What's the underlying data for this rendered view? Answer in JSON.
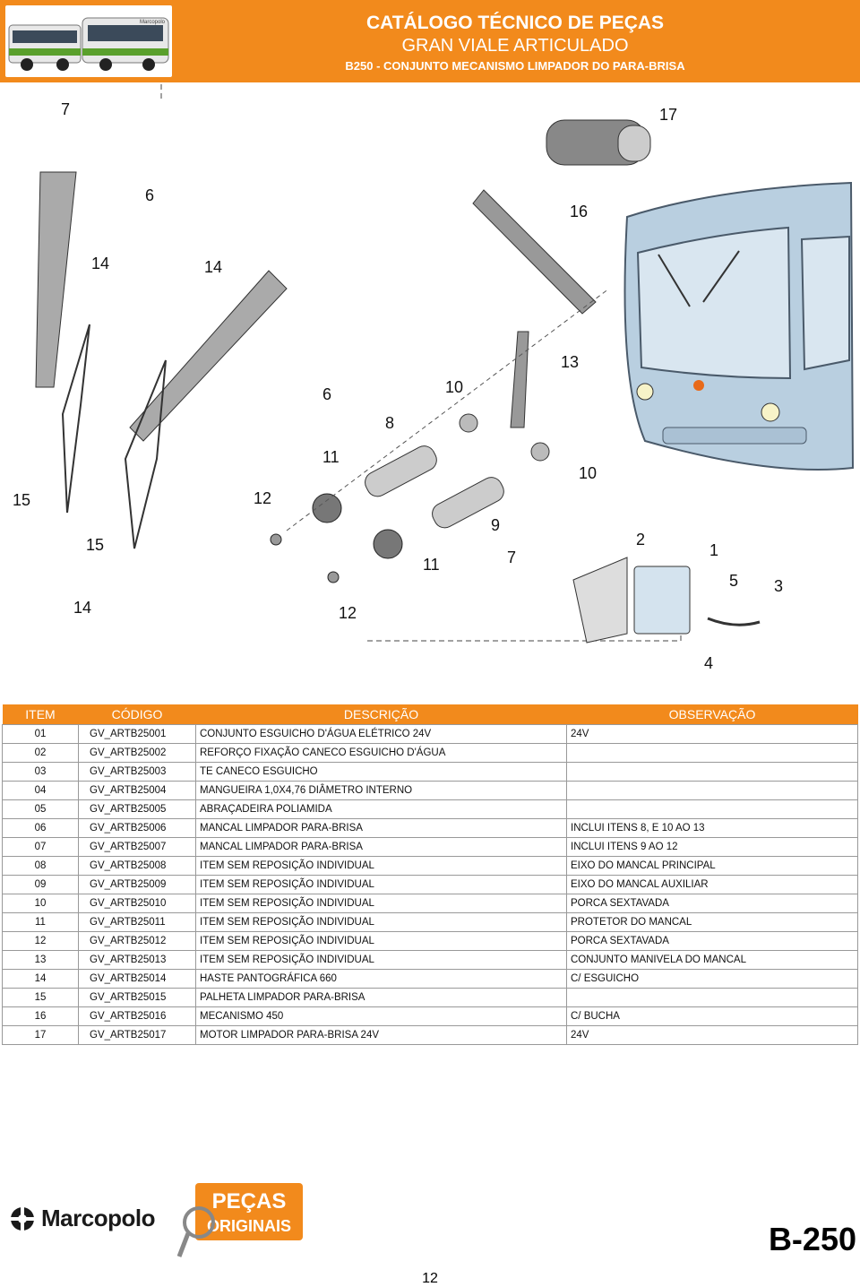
{
  "header": {
    "title": "CATÁLOGO TÉCNICO DE PEÇAS",
    "model": "GRAN VIALE ARTICULADO",
    "section": "B250 - CONJUNTO MECANISMO LIMPADOR DO PARA-BRISA",
    "bus_logo": "Marcopolo"
  },
  "diagram": {
    "callouts": [
      "7",
      "6",
      "14",
      "14",
      "6",
      "15",
      "15",
      "14",
      "12",
      "11",
      "8",
      "10",
      "13",
      "16",
      "17",
      "10",
      "9",
      "7",
      "11",
      "12",
      "2",
      "1",
      "5",
      "3",
      "4"
    ]
  },
  "table": {
    "headers": [
      "ITEM",
      "CÓDIGO",
      "DESCRIÇÃO",
      "OBSERVAÇÃO"
    ],
    "rows": [
      [
        "01",
        "GV_ARTB25001",
        "CONJUNTO ESGUICHO D'ÁGUA ELÉTRICO 24V",
        "24V"
      ],
      [
        "02",
        "GV_ARTB25002",
        "REFORÇO FIXAÇÃO CANECO ESGUICHO D'ÁGUA",
        ""
      ],
      [
        "03",
        "GV_ARTB25003",
        "TE CANECO ESGUICHO",
        ""
      ],
      [
        "04",
        "GV_ARTB25004",
        "MANGUEIRA 1,0X4,76 DIÂMETRO INTERNO",
        ""
      ],
      [
        "05",
        "GV_ARTB25005",
        "ABRAÇADEIRA POLIAMIDA",
        ""
      ],
      [
        "06",
        "GV_ARTB25006",
        "MANCAL LIMPADOR PARA-BRISA",
        "INCLUI ITENS 8, E 10 AO 13"
      ],
      [
        "07",
        "GV_ARTB25007",
        "MANCAL LIMPADOR PARA-BRISA",
        "INCLUI ITENS 9 AO 12"
      ],
      [
        "08",
        "GV_ARTB25008",
        "ITEM SEM REPOSIÇÃO INDIVIDUAL",
        "EIXO DO MANCAL PRINCIPAL"
      ],
      [
        "09",
        "GV_ARTB25009",
        "ITEM SEM REPOSIÇÃO INDIVIDUAL",
        "EIXO DO MANCAL AUXILIAR"
      ],
      [
        "10",
        "GV_ARTB25010",
        "ITEM SEM REPOSIÇÃO INDIVIDUAL",
        "PORCA SEXTAVADA"
      ],
      [
        "11",
        "GV_ARTB25011",
        "ITEM SEM REPOSIÇÃO INDIVIDUAL",
        "PROTETOR DO MANCAL"
      ],
      [
        "12",
        "GV_ARTB25012",
        "ITEM SEM REPOSIÇÃO INDIVIDUAL",
        "PORCA SEXTAVADA"
      ],
      [
        "13",
        "GV_ARTB25013",
        "ITEM SEM REPOSIÇÃO INDIVIDUAL",
        "CONJUNTO MANIVELA DO MANCAL"
      ],
      [
        "14",
        "GV_ARTB25014",
        "HASTE PANTOGRÁFICA 660",
        "C/ ESGUICHO"
      ],
      [
        "15",
        "GV_ARTB25015",
        "PALHETA LIMPADOR PARA-BRISA",
        ""
      ],
      [
        "16",
        "GV_ARTB25016",
        "MECANISMO 450",
        "C/ BUCHA"
      ],
      [
        "17",
        "GV_ARTB25017",
        "MOTOR LIMPADOR PARA-BRISA 24V",
        "24V"
      ]
    ]
  },
  "footer": {
    "brand": "Marcopolo",
    "badge_top": "PEÇAS",
    "badge_bottom": "ORIGINAIS",
    "page_code": "B-250",
    "page_number": "12"
  },
  "colors": {
    "accent": "#f28a1c",
    "bus_body": "#b9cfe0"
  }
}
